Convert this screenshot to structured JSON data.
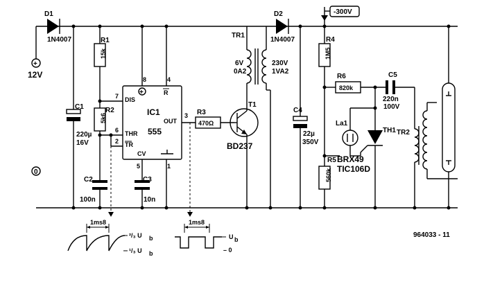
{
  "supply": {
    "plus": "+",
    "voltage": "12V",
    "ground": "0"
  },
  "hv_supply": "-300V",
  "D1": {
    "ref": "D1",
    "part": "1N4007"
  },
  "D2": {
    "ref": "D2",
    "part": "1N4007"
  },
  "R1": {
    "ref": "R1",
    "value": "15k"
  },
  "R2": {
    "ref": "R2",
    "value": "5k6"
  },
  "R3": {
    "ref": "R3",
    "value": "470Ω"
  },
  "R4": {
    "ref": "R4",
    "value": "1M5"
  },
  "R5": {
    "ref": "R5",
    "value": "560k"
  },
  "R6": {
    "ref": "R6",
    "value": "820k"
  },
  "C1": {
    "ref": "C1",
    "value1": "220µ",
    "value2": "16V"
  },
  "C2": {
    "ref": "C2",
    "value": "100n"
  },
  "C3": {
    "ref": "C3",
    "value": "10n"
  },
  "C4": {
    "ref": "C4",
    "value1": "22µ",
    "value2": "350V"
  },
  "C5": {
    "ref": "C5",
    "value1": "220n",
    "value2": "100V"
  },
  "IC1": {
    "ref": "IC1",
    "part": "555",
    "plus": "+",
    "pins": {
      "dis": "DIS",
      "thr": "THR",
      "tr": "TR",
      "cv": "CV",
      "out": "OUT",
      "reset": "R"
    },
    "pin_numbers": {
      "p7": "7",
      "p6": "6",
      "p2": "2",
      "p5": "5",
      "p1": "1",
      "p8": "8",
      "p4": "4",
      "p3": "3"
    }
  },
  "T1": {
    "ref": "T1",
    "part": "BD237"
  },
  "TR1": {
    "ref": "TR1",
    "primary1": "6V",
    "primary2": "0A2",
    "secondary1": "230V",
    "secondary2": "1VA2"
  },
  "TR2": {
    "ref": "TR2"
  },
  "La1": {
    "ref": "La1"
  },
  "TH1": {
    "ref": "TH1",
    "part1": "BRX49",
    "part2": "TIC106D"
  },
  "waveform1": {
    "period": "1ms8",
    "level_high": "²/₃ U",
    "level_low": "¹/₃ U",
    "sub": "b",
    "dash": "–"
  },
  "waveform2": {
    "period": "1ms8",
    "level_high": "U",
    "sub": "b",
    "level_low": "– 0"
  },
  "figure_id": "964033 - 11"
}
